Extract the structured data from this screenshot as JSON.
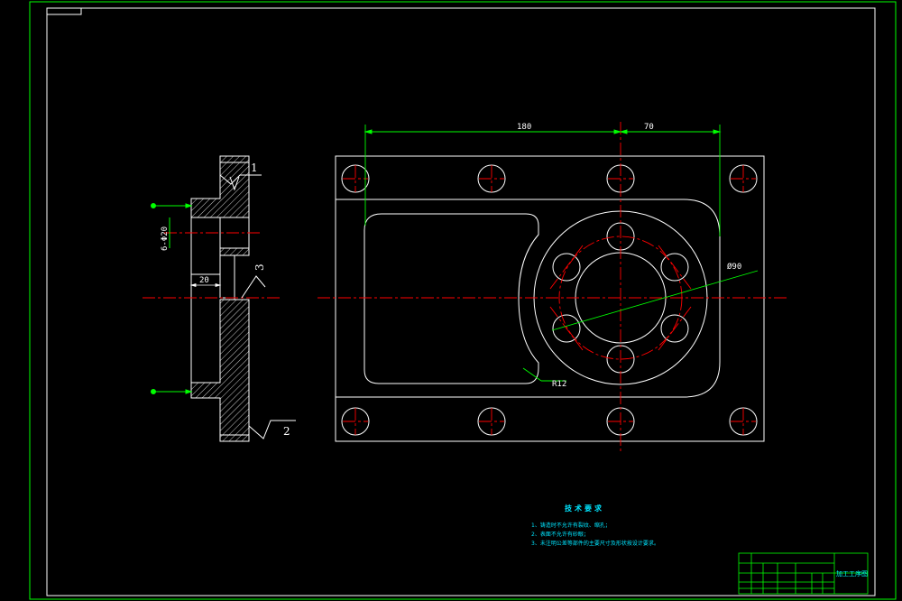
{
  "dimensions": {
    "width_180": "180",
    "width_70": "70",
    "dia_90": "Ø90",
    "radius_12": "R12",
    "holes": "6-Φ20",
    "thickness_20": "20"
  },
  "section_labels": {
    "label_1": "1",
    "label_2": "2",
    "label_3": "3"
  },
  "technical_notes": {
    "title": "技术要求",
    "items": [
      "1、铸造时不允许有裂纹、缩孔；",
      "2、表面不允许有砂眼；",
      "3、未注明公差等部件的主要尺寸及形状按设计要求。"
    ]
  },
  "title_block": {
    "drawing_name": "加工工序图"
  },
  "colors": {
    "frame": "#00ff00",
    "geometry": "#ffffff",
    "centerline": "#ff0000",
    "dimension": "#00ff00",
    "notes": "#00e5ff"
  }
}
